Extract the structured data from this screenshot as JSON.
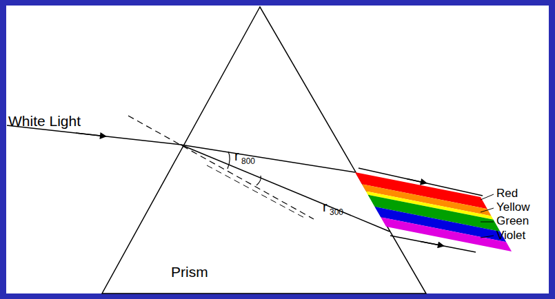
{
  "diagram": {
    "labels": [
      "White Light",
      "r",
      "800",
      "r",
      "300",
      "Prism",
      "Red",
      "Yellow",
      "Green",
      "Violet"
    ]
  }
}
